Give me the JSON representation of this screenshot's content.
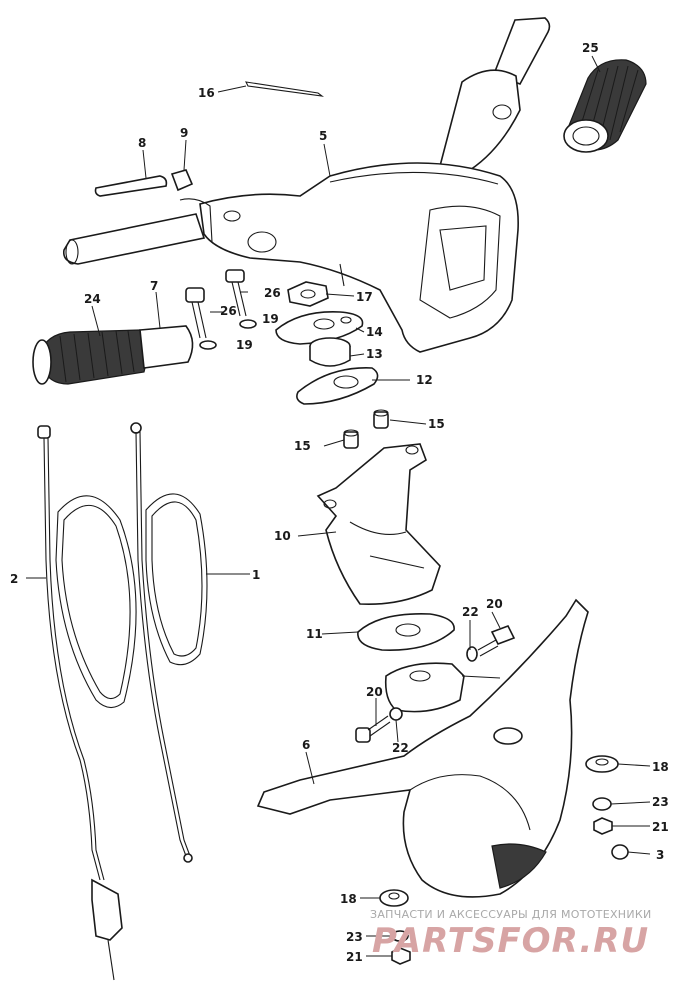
{
  "diagram": {
    "parts": [
      {
        "id": "p1",
        "number": "1"
      },
      {
        "id": "p2",
        "number": "2"
      },
      {
        "id": "p3",
        "number": "3"
      },
      {
        "id": "p5",
        "number": "5"
      },
      {
        "id": "p6",
        "number": "6"
      },
      {
        "id": "p7",
        "number": "7"
      },
      {
        "id": "p8",
        "number": "8"
      },
      {
        "id": "p9",
        "number": "9"
      },
      {
        "id": "p10",
        "number": "10"
      },
      {
        "id": "p11",
        "number": "11"
      },
      {
        "id": "p12",
        "number": "12"
      },
      {
        "id": "p13",
        "number": "13"
      },
      {
        "id": "p14",
        "number": "14"
      },
      {
        "id": "p15a",
        "number": "15"
      },
      {
        "id": "p15b",
        "number": "15"
      },
      {
        "id": "p16",
        "number": "16"
      },
      {
        "id": "p17",
        "number": "17"
      },
      {
        "id": "p18a",
        "number": "18"
      },
      {
        "id": "p18b",
        "number": "18"
      },
      {
        "id": "p19a",
        "number": "19"
      },
      {
        "id": "p19b",
        "number": "19"
      },
      {
        "id": "p20a",
        "number": "20"
      },
      {
        "id": "p20b",
        "number": "20"
      },
      {
        "id": "p21a",
        "number": "21"
      },
      {
        "id": "p21b",
        "number": "21"
      },
      {
        "id": "p22a",
        "number": "22"
      },
      {
        "id": "p22b",
        "number": "22"
      },
      {
        "id": "p23a",
        "number": "23"
      },
      {
        "id": "p23b",
        "number": "23"
      },
      {
        "id": "p24",
        "number": "24"
      },
      {
        "id": "p25",
        "number": "25"
      },
      {
        "id": "p26a",
        "number": "26"
      },
      {
        "id": "p26b",
        "number": "26"
      }
    ]
  },
  "watermark": {
    "tagline": "ЗАПЧАСТИ И АКСЕССУАРЫ ДЛЯ МОТОТЕХНИКИ",
    "brand": "PARTSFOR.RU"
  }
}
